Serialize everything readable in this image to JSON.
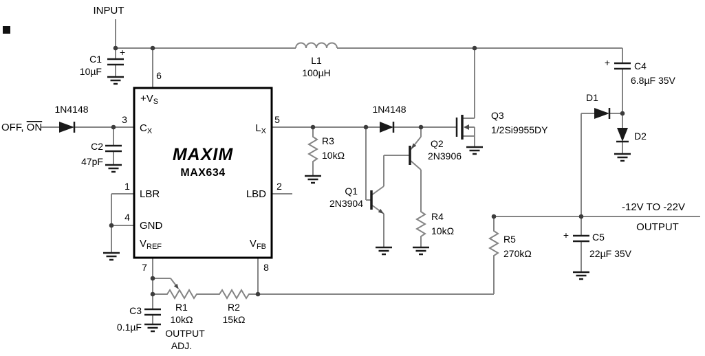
{
  "labels": {
    "input": "INPUT",
    "off_on_prefix": "OFF, ",
    "off_on_overline": "ON",
    "output_line1": "-12V TO -22V",
    "output_line2": "OUTPUT"
  },
  "ic": {
    "logo": "MAXIM",
    "part": "MAX634",
    "pins": {
      "vs": {
        "num": "6",
        "base": "+V",
        "sub": "S"
      },
      "cx": {
        "num": "3",
        "base": "C",
        "sub": "X"
      },
      "lx": {
        "num": "5",
        "base": "L",
        "sub": "X"
      },
      "lbr": {
        "num": "1",
        "base": "LBR"
      },
      "lbd": {
        "num": "2",
        "base": "LBD"
      },
      "gnd": {
        "num": "4",
        "base": "GND"
      },
      "vref": {
        "num": "7",
        "base": "V",
        "sub": "REF"
      },
      "vfb": {
        "num": "8",
        "base": "V",
        "sub": "FB"
      }
    }
  },
  "components": {
    "c1": {
      "ref": "C1",
      "value": "10µF",
      "polarity": "+"
    },
    "c2": {
      "ref": "C2",
      "value": "47pF"
    },
    "c3": {
      "ref": "C3",
      "value": "0.1µF"
    },
    "c4": {
      "ref": "C4",
      "value": "6.8µF 35V",
      "polarity": "+"
    },
    "c5": {
      "ref": "C5",
      "value": "22µF 35V",
      "polarity": "+"
    },
    "l1": {
      "ref": "L1",
      "value": "100µH"
    },
    "r1": {
      "ref": "R1",
      "value": "10kΩ",
      "note1": "OUTPUT",
      "note2": "ADJ."
    },
    "r2": {
      "ref": "R2",
      "value": "15kΩ"
    },
    "r3": {
      "ref": "R3",
      "value": "10kΩ"
    },
    "r4": {
      "ref": "R4",
      "value": "10kΩ"
    },
    "r5": {
      "ref": "R5",
      "value": "270kΩ"
    },
    "d_input": {
      "ref": "1N4148"
    },
    "d_drive": {
      "ref": "1N4148"
    },
    "d1": {
      "ref": "D1"
    },
    "d2": {
      "ref": "D2"
    },
    "q1": {
      "ref": "Q1",
      "value": "2N3904"
    },
    "q2": {
      "ref": "Q2",
      "value": "2N3906"
    },
    "q3": {
      "ref": "Q3",
      "value": "1/2Si9955DY"
    }
  }
}
